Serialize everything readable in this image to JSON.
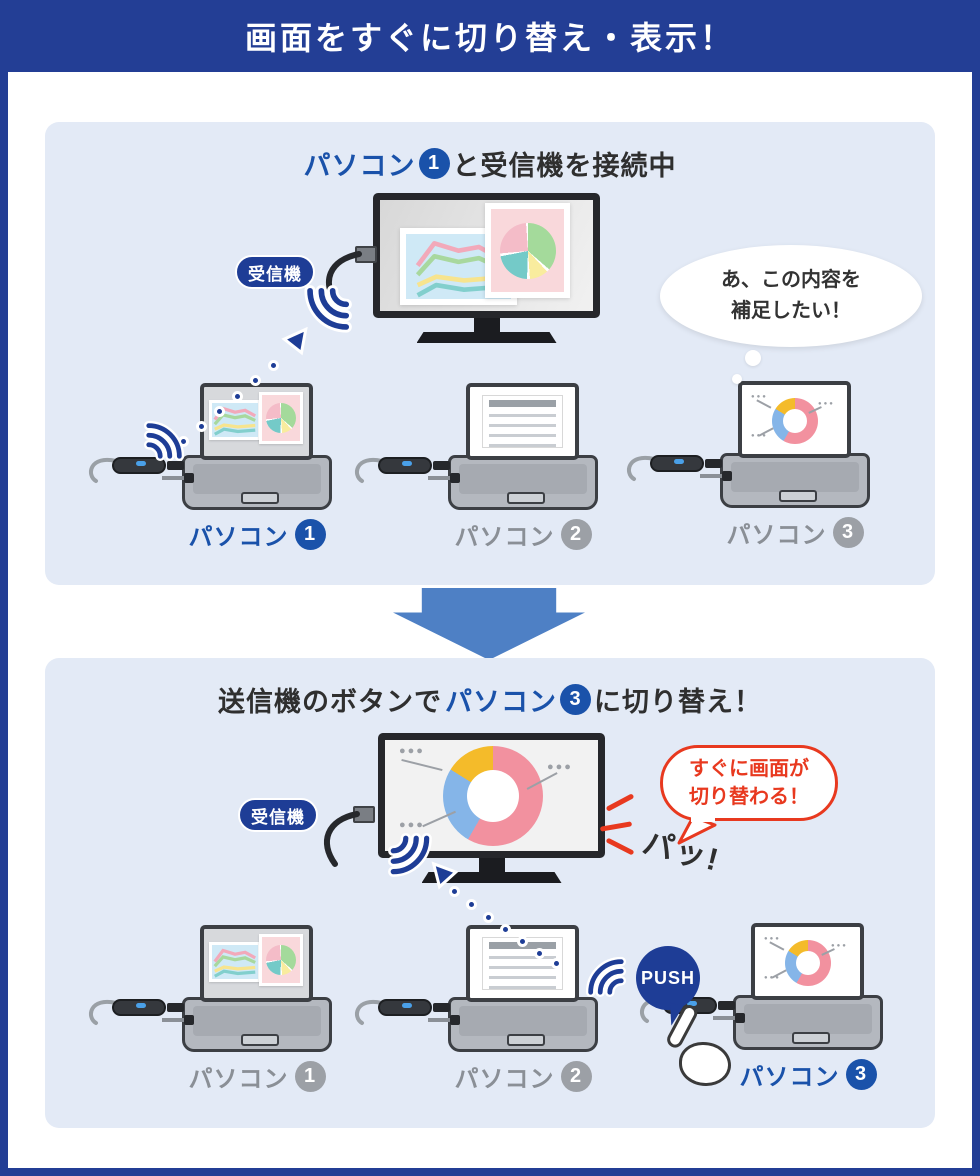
{
  "header": {
    "title": "画面をすぐに切り替え・表示！"
  },
  "panel1": {
    "title": {
      "pc": "パソコン",
      "num": "1",
      "rest": "と受信機を接続中"
    },
    "receiver_label": "受信機",
    "thought": {
      "line1": "あ、この内容を",
      "line2": "補足したい！"
    },
    "laptops": [
      {
        "label": "パソコン",
        "num": "1"
      },
      {
        "label": "パソコン",
        "num": "2"
      },
      {
        "label": "パソコン",
        "num": "3"
      }
    ]
  },
  "panel2": {
    "title": {
      "pre": "送信機のボタンで",
      "pc": "パソコン",
      "num": "3",
      "post": "に切り替え！"
    },
    "receiver_label": "受信機",
    "bubble": {
      "line1": "すぐに画面が",
      "line2": "切り替わる！"
    },
    "sfx": "パッ!",
    "push": "PUSH",
    "laptops": [
      {
        "label": "パソコン",
        "num": "1"
      },
      {
        "label": "パソコン",
        "num": "2"
      },
      {
        "label": "パソコン",
        "num": "3"
      }
    ]
  },
  "decor": {
    "dots": "●●●"
  },
  "colors": {
    "frame_blue": "#233e95",
    "panel_bg": "#e3eaf6",
    "accent_blue": "#1a52aa",
    "deep_blue": "#1e3d96",
    "arrow_blue": "#4e80c5",
    "text_dark": "#2f2f2f",
    "label_gray": "#8a8f96",
    "badge_gray": "#9ca0a6",
    "red": "#e8391f",
    "donut_pink": "#f2919f",
    "donut_blue": "#85b5e8",
    "donut_yellow": "#f4bb2a",
    "pie_pink": "#f4bcc8",
    "pie_green": "#a4da9b",
    "pie_teal": "#74cac8",
    "pie_yellow": "#f9ec9e",
    "slide_blue": "#cfe9f6",
    "slide_pink": "#f9d8db",
    "line_pink": "#f2a9ba",
    "line_green": "#a8d89e",
    "line_yellow": "#f7e48e",
    "line_teal": "#82cfcd"
  }
}
